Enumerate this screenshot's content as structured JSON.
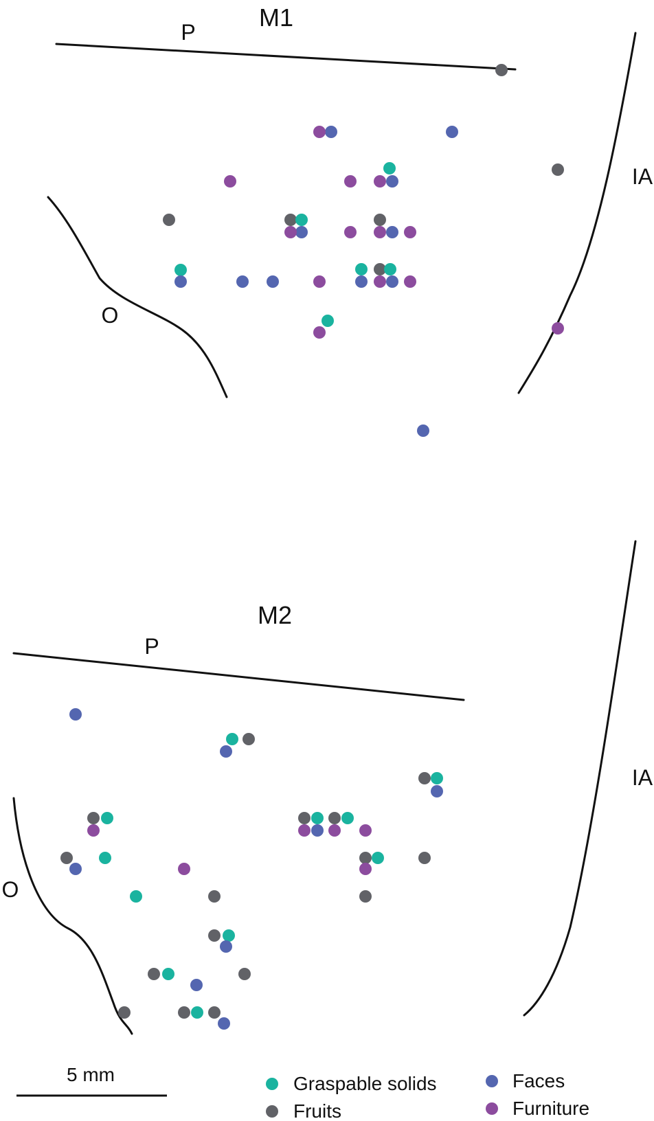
{
  "colors": {
    "graspable_solids": "#1ab39f",
    "fruits": "#616267",
    "faces": "#5466b0",
    "furniture": "#8c4c9e"
  },
  "panels": [
    {
      "id": "m1",
      "title": "M1",
      "labels": {
        "p": "P",
        "o": "O",
        "ia": "IA"
      },
      "points": {
        "graspable_solids": [
          [
            567,
            245
          ],
          [
            439,
            320
          ],
          [
            263,
            393
          ],
          [
            526,
            392
          ],
          [
            568,
            392
          ],
          [
            477,
            467
          ]
        ],
        "fruits": [
          [
            730,
            102
          ],
          [
            812,
            247
          ],
          [
            246,
            320
          ],
          [
            423,
            320
          ],
          [
            553,
            320
          ],
          [
            553,
            392
          ]
        ],
        "faces": [
          [
            482,
            192
          ],
          [
            658,
            192
          ],
          [
            571,
            264
          ],
          [
            439,
            338
          ],
          [
            571,
            338
          ],
          [
            263,
            410
          ],
          [
            353,
            410
          ],
          [
            397,
            410
          ],
          [
            526,
            410
          ],
          [
            571,
            410
          ],
          [
            616,
            627
          ]
        ],
        "furniture": [
          [
            465,
            192
          ],
          [
            335,
            264
          ],
          [
            510,
            264
          ],
          [
            553,
            264
          ],
          [
            423,
            338
          ],
          [
            510,
            338
          ],
          [
            553,
            338
          ],
          [
            597,
            338
          ],
          [
            465,
            410
          ],
          [
            553,
            410
          ],
          [
            597,
            410
          ],
          [
            465,
            484
          ],
          [
            812,
            478
          ]
        ]
      }
    },
    {
      "id": "m2",
      "title": "M2",
      "labels": {
        "p": "P",
        "o": "O",
        "ia": "IA"
      },
      "points": {
        "graspable_solids": [
          [
            338,
            1076
          ],
          [
            636,
            1133
          ],
          [
            156,
            1191
          ],
          [
            462,
            1191
          ],
          [
            506,
            1191
          ],
          [
            153,
            1249
          ],
          [
            550,
            1249
          ],
          [
            198,
            1305
          ],
          [
            333,
            1362
          ],
          [
            245,
            1418
          ],
          [
            287,
            1474
          ]
        ],
        "fruits": [
          [
            362,
            1076
          ],
          [
            618,
            1133
          ],
          [
            136,
            1191
          ],
          [
            443,
            1191
          ],
          [
            487,
            1191
          ],
          [
            97,
            1249
          ],
          [
            532,
            1249
          ],
          [
            618,
            1249
          ],
          [
            312,
            1305
          ],
          [
            312,
            1362
          ],
          [
            532,
            1305
          ],
          [
            224,
            1418
          ],
          [
            356,
            1418
          ],
          [
            181,
            1474
          ],
          [
            268,
            1474
          ],
          [
            312,
            1474
          ]
        ],
        "faces": [
          [
            110,
            1040
          ],
          [
            329,
            1094
          ],
          [
            636,
            1152
          ],
          [
            462,
            1209
          ],
          [
            110,
            1265
          ],
          [
            329,
            1378
          ],
          [
            286,
            1434
          ],
          [
            326,
            1490
          ]
        ],
        "furniture": [
          [
            136,
            1209
          ],
          [
            443,
            1209
          ],
          [
            487,
            1209
          ],
          [
            532,
            1209
          ],
          [
            268,
            1265
          ],
          [
            532,
            1265
          ]
        ]
      }
    }
  ],
  "scale_bar": {
    "label": "5 mm"
  },
  "legend": [
    {
      "key": "graspable_solids",
      "label": "Graspable solids"
    },
    {
      "key": "fruits",
      "label": "Fruits"
    },
    {
      "key": "faces",
      "label": "Faces"
    },
    {
      "key": "furniture",
      "label": "Furniture"
    }
  ]
}
